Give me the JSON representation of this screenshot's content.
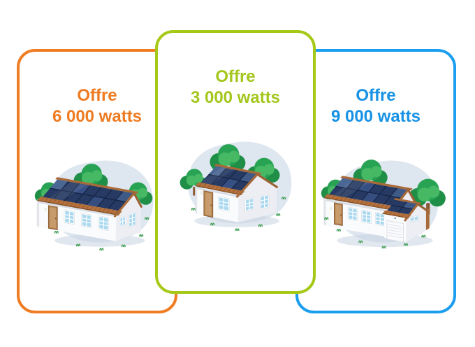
{
  "page": {
    "background_color": "#ffffff"
  },
  "offers": [
    {
      "title_line1": "Offre",
      "title_line2": "6 000 watts",
      "border_color": "#ef7d23",
      "text_color": "#ee7b21",
      "illustration": "house-with-solar-panels-6000-icon"
    },
    {
      "title_line1": "Offre",
      "title_line2": "3 000 watts",
      "border_color": "#a6c918",
      "text_color": "#a4c71d",
      "illustration": "house-with-solar-panels-3000-icon"
    },
    {
      "title_line1": "Offre",
      "title_line2": "9 000 watts",
      "border_color": "#1b9ef0",
      "text_color": "#1792e5",
      "illustration": "house-with-solar-panels-9000-icon"
    }
  ]
}
